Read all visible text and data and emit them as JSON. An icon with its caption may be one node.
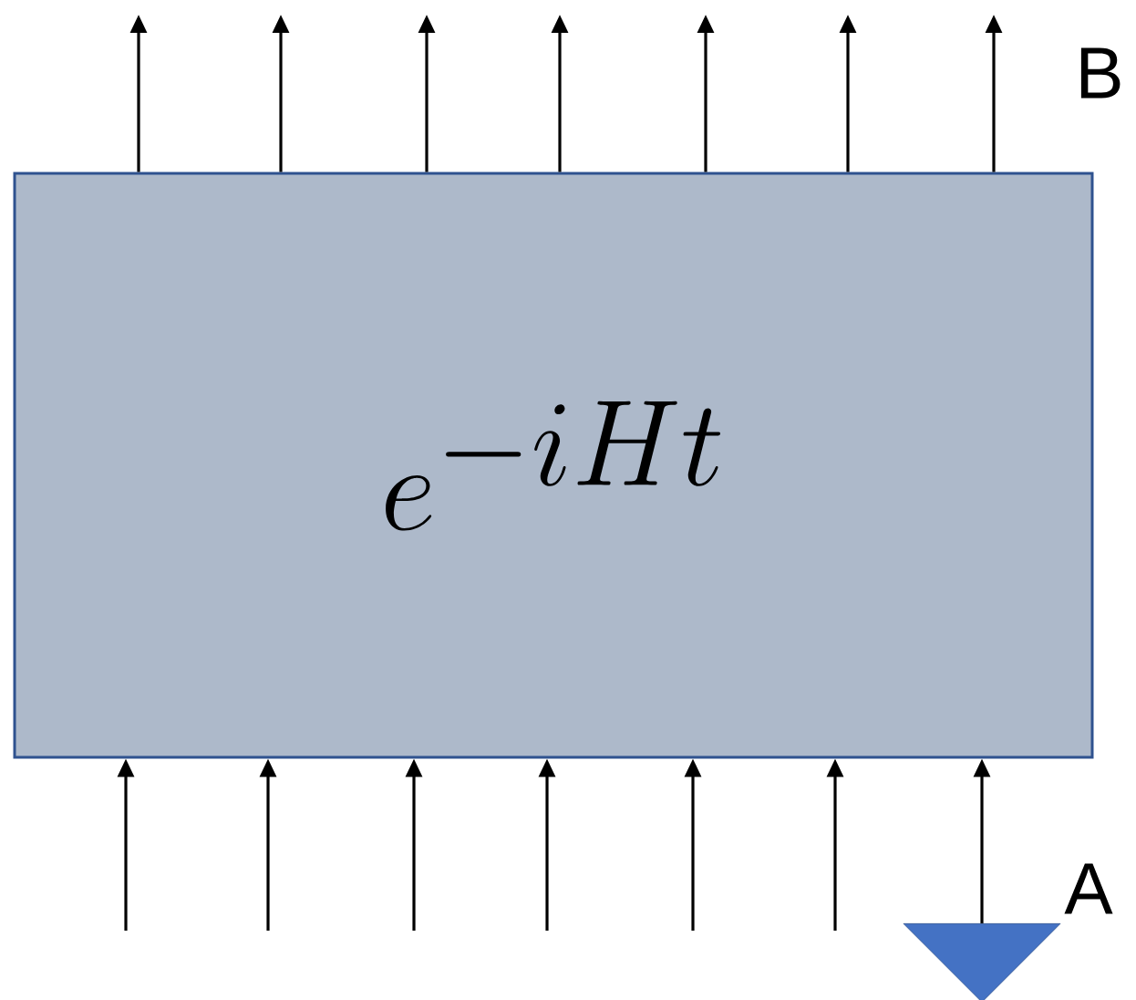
{
  "diagram": {
    "nodes": [
      {
        "text": [
          "e^{-iHt}"
        ]
      },
      {
        "text": [],
        "shape": "triangle"
      }
    ],
    "edges": [
      {
        "from": 0,
        "to": null,
        "arrow": "to"
      },
      {
        "from": 0,
        "to": null,
        "arrow": "to"
      },
      {
        "from": 0,
        "to": null,
        "arrow": "to"
      },
      {
        "from": 0,
        "to": null,
        "arrow": "to"
      },
      {
        "from": 0,
        "to": null,
        "arrow": "to"
      },
      {
        "from": 0,
        "to": null,
        "arrow": "to"
      },
      {
        "from": 0,
        "to": null,
        "arrow": "to"
      },
      {
        "from": null,
        "to": 0,
        "arrow": "to"
      },
      {
        "from": null,
        "to": 0,
        "arrow": "to"
      },
      {
        "from": null,
        "to": 0,
        "arrow": "to"
      },
      {
        "from": null,
        "to": 0,
        "arrow": "to"
      },
      {
        "from": null,
        "to": 0,
        "arrow": "to"
      },
      {
        "from": null,
        "to": 0,
        "arrow": "to"
      },
      {
        "from": 1,
        "to": 0,
        "arrow": "to"
      }
    ],
    "labels": [
      "B",
      "A"
    ]
  }
}
